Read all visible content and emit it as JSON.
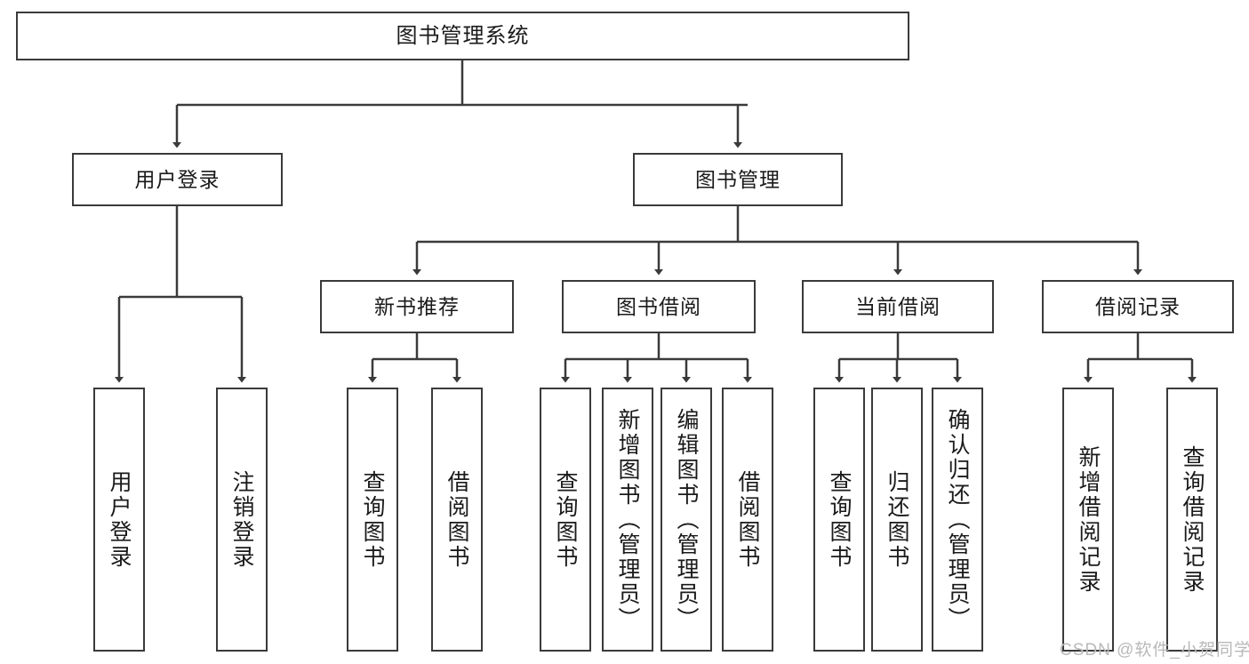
{
  "diagram": {
    "title": "图书管理系统",
    "watermark": "CSDN @软件_小贺同学",
    "stroke_color": "#3a3a3a",
    "text_color": "#1a1a1a",
    "background": "#ffffff"
  },
  "nodes": {
    "root": {
      "label": "图书管理系统"
    },
    "level1": [
      {
        "label": "用户登录"
      },
      {
        "label": "图书管理"
      }
    ],
    "level2": [
      {
        "label": "新书推荐"
      },
      {
        "label": "图书借阅"
      },
      {
        "label": "当前借阅"
      },
      {
        "label": "借阅记录"
      }
    ],
    "leaves": {
      "user_login": [
        {
          "label": "用户登录"
        },
        {
          "label": "注销登录"
        }
      ],
      "new_book_recommend": [
        {
          "label": "查询图书"
        },
        {
          "label": "借阅图书"
        }
      ],
      "book_borrow": [
        {
          "label": "查询图书"
        },
        {
          "label": "新增图书（管理员）"
        },
        {
          "label": "编辑图书（管理员）"
        },
        {
          "label": "借阅图书"
        }
      ],
      "current_borrow": [
        {
          "label": "查询图书"
        },
        {
          "label": "归还图书"
        },
        {
          "label": "确认归还（管理员）"
        }
      ],
      "borrow_record": [
        {
          "label": "新增借阅记录"
        },
        {
          "label": "查询借阅记录"
        }
      ]
    }
  }
}
